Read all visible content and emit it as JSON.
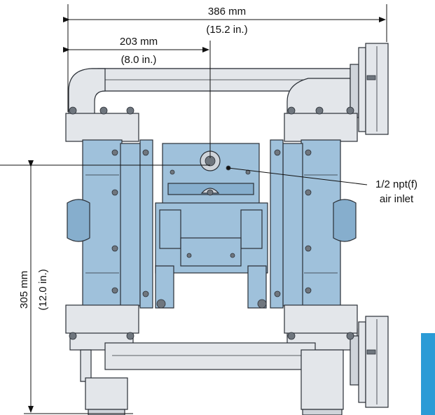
{
  "dimensions": {
    "overall_width": {
      "metric": "386 mm",
      "imperial": "(15.2 in.)"
    },
    "inlet_offset": {
      "metric": "203 mm",
      "imperial": "(8.0 in.)"
    },
    "height": {
      "metric": "305 mm",
      "imperial": "(12.0 in.)"
    }
  },
  "callout": {
    "line1": "1/2 npt(f)",
    "line2": "air inlet"
  },
  "colors": {
    "housing_blue": "#9fc1db",
    "manifold_steel": "#e3e6ea",
    "edge_tab": "#2b9bd6"
  }
}
